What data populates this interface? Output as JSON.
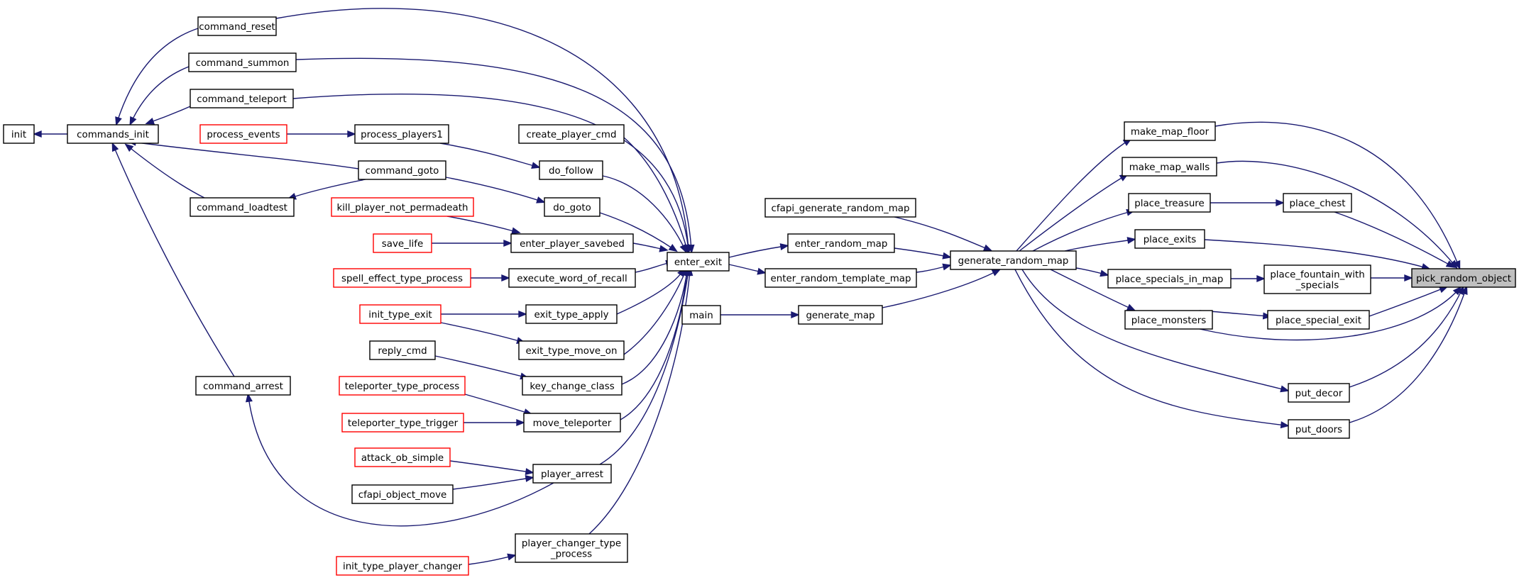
{
  "graph": {
    "colors": {
      "edge": "#191970",
      "node_border": "#000000",
      "node_border_red": "#ff0000",
      "root_fill": "#bfbfbf"
    },
    "nodes": {
      "pick_random_object": "pick_random_object",
      "make_map_floor": "make_map_floor",
      "make_map_walls": "make_map_walls",
      "place_treasure": "place_treasure",
      "place_chest": "place_chest",
      "place_exits": "place_exits",
      "place_specials_in_map": "place_specials_in_map",
      "place_fountain_with_specials": [
        "place_fountain_with",
        "_specials"
      ],
      "place_monsters": "place_monsters",
      "place_special_exit": "place_special_exit",
      "put_decor": "put_decor",
      "put_doors": "put_doors",
      "generate_random_map": "generate_random_map",
      "cfapi_generate_random_map": "cfapi_generate_random_map",
      "enter_random_map": "enter_random_map",
      "enter_random_template_map": "enter_random_template_map",
      "generate_map": "generate_map",
      "main": "main",
      "enter_exit": "enter_exit",
      "command_reset": "command_reset",
      "command_summon": "command_summon",
      "command_teleport": "command_teleport",
      "command_goto": "command_goto",
      "command_loadtest": "command_loadtest",
      "command_arrest": "command_arrest",
      "commands_init": "commands_init",
      "init": "init",
      "process_events": "process_events",
      "process_players1": "process_players1",
      "create_player_cmd": "create_player_cmd",
      "do_follow": "do_follow",
      "do_goto": "do_goto",
      "kill_player_not_permadeath": "kill_player_not_permadeath",
      "save_life": "save_life",
      "enter_player_savebed": "enter_player_savebed",
      "spell_effect_type_process": "spell_effect_type_process",
      "execute_word_of_recall": "execute_word_of_recall",
      "init_type_exit": "init_type_exit",
      "exit_type_apply": "exit_type_apply",
      "exit_type_move_on": "exit_type_move_on",
      "reply_cmd": "reply_cmd",
      "key_change_class": "key_change_class",
      "teleporter_type_process": "teleporter_type_process",
      "teleporter_type_trigger": "teleporter_type_trigger",
      "move_teleporter": "move_teleporter",
      "attack_ob_simple": "attack_ob_simple",
      "cfapi_object_move": "cfapi_object_move",
      "player_arrest": "player_arrest",
      "player_changer_type_process": [
        "player_changer_type",
        "_process"
      ],
      "init_type_player_changer": "init_type_player_changer"
    }
  }
}
